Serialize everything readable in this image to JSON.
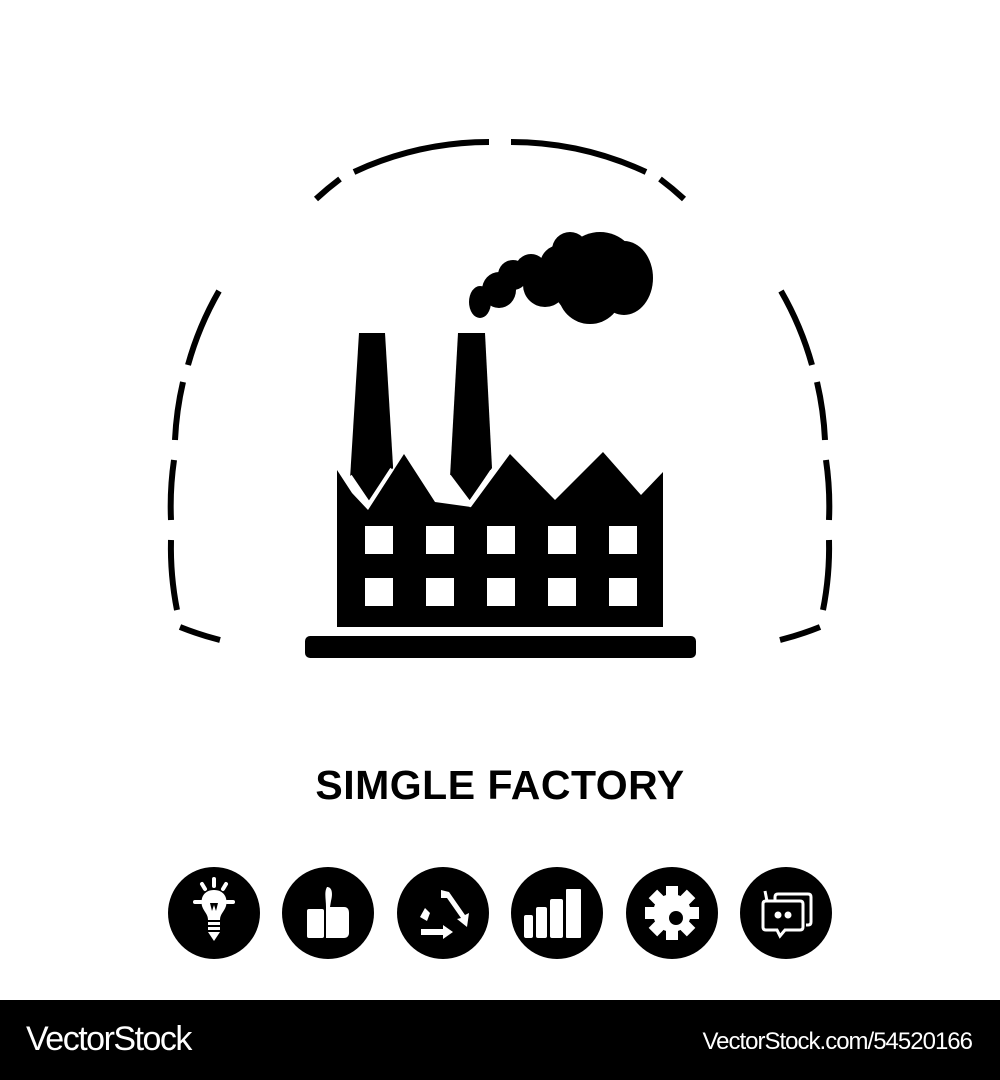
{
  "title": "SIMGLE FACTORY",
  "colors": {
    "foreground": "#000000",
    "background": "#ffffff",
    "footer_bg": "#000000",
    "footer_text": "#ffffff"
  },
  "main_icon": "factory-icon",
  "feature_icons": [
    {
      "name": "lightbulb-icon"
    },
    {
      "name": "thumbs-up-icon"
    },
    {
      "name": "recycle-arrows-icon"
    },
    {
      "name": "signal-bars-icon"
    },
    {
      "name": "gear-icon"
    },
    {
      "name": "chat-bubbles-icon"
    }
  ],
  "footer": {
    "brand": "VectorStock",
    "image_id": "VectorStock.com/54520166"
  }
}
